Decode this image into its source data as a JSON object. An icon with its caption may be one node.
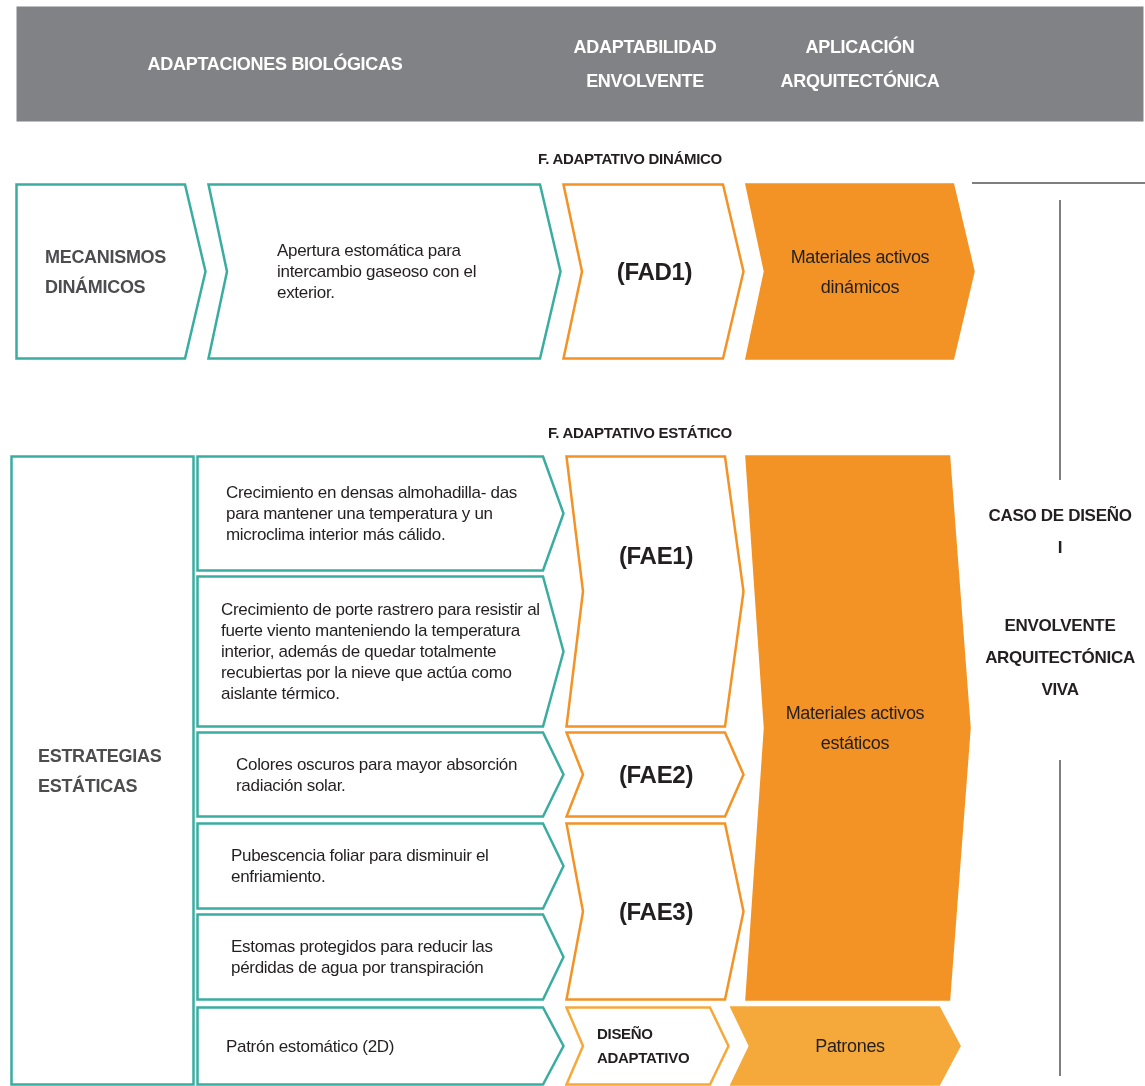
{
  "diagram": {
    "nodes": [
      {
        "text": [
          "ADAPTACIONES BIOLÓGICAS",
          "ADAPTABILIDAD ENVOLVENTE",
          "APLICACIÓN ARQUITECTÓNICA"
        ]
      },
      {
        "text": [
          "MECANISMOS DINÁMICOS"
        ]
      },
      {
        "text": [
          "Apertura estomática para intercambio gaseoso con el exterior."
        ]
      },
      {
        "text": [
          "(FAD1)"
        ]
      },
      {
        "text": [
          "Materiales activos dinámicos"
        ]
      },
      {
        "text": [
          "ESTRATEGIAS ESTÁTICAS"
        ]
      },
      {
        "text": [
          "Crecimiento en densas almohadilla- das para mantener una temperatura y un microclima interior más cálido."
        ]
      },
      {
        "text": [
          "Crecimiento de porte rastrero para resistir al fuerte viento manteniendo la temperatura interior, además de quedar totalmente recubiertas por la nieve que actúa como aislante térmico."
        ]
      },
      {
        "text": [
          "(FAE1)"
        ]
      },
      {
        "text": [
          "Colores oscuros para mayor absorción radiación solar."
        ]
      },
      {
        "text": [
          "(FAE2)"
        ]
      },
      {
        "text": [
          "Pubescencia foliar para disminuir el enfriamiento."
        ]
      },
      {
        "text": [
          "Estomas protegidos para reducir las pérdidas de agua por transpiración"
        ]
      },
      {
        "text": [
          "(FAE3)"
        ]
      },
      {
        "text": [
          "Materiales activos estáticos"
        ]
      },
      {
        "text": [
          "Patrón estomático (2D)"
        ]
      },
      {
        "text": [
          "DISEÑO ADAPTATIVO"
        ]
      },
      {
        "text": [
          "Patrones"
        ]
      }
    ],
    "labels": [
      "F. ADAPTATIVO DINÁMICO",
      "F. ADAPTATIVO ESTÁTICO",
      "CASO DE DISEÑO I",
      "ENVOLVENTE ARQUITECTÓNICA VIVA"
    ]
  }
}
